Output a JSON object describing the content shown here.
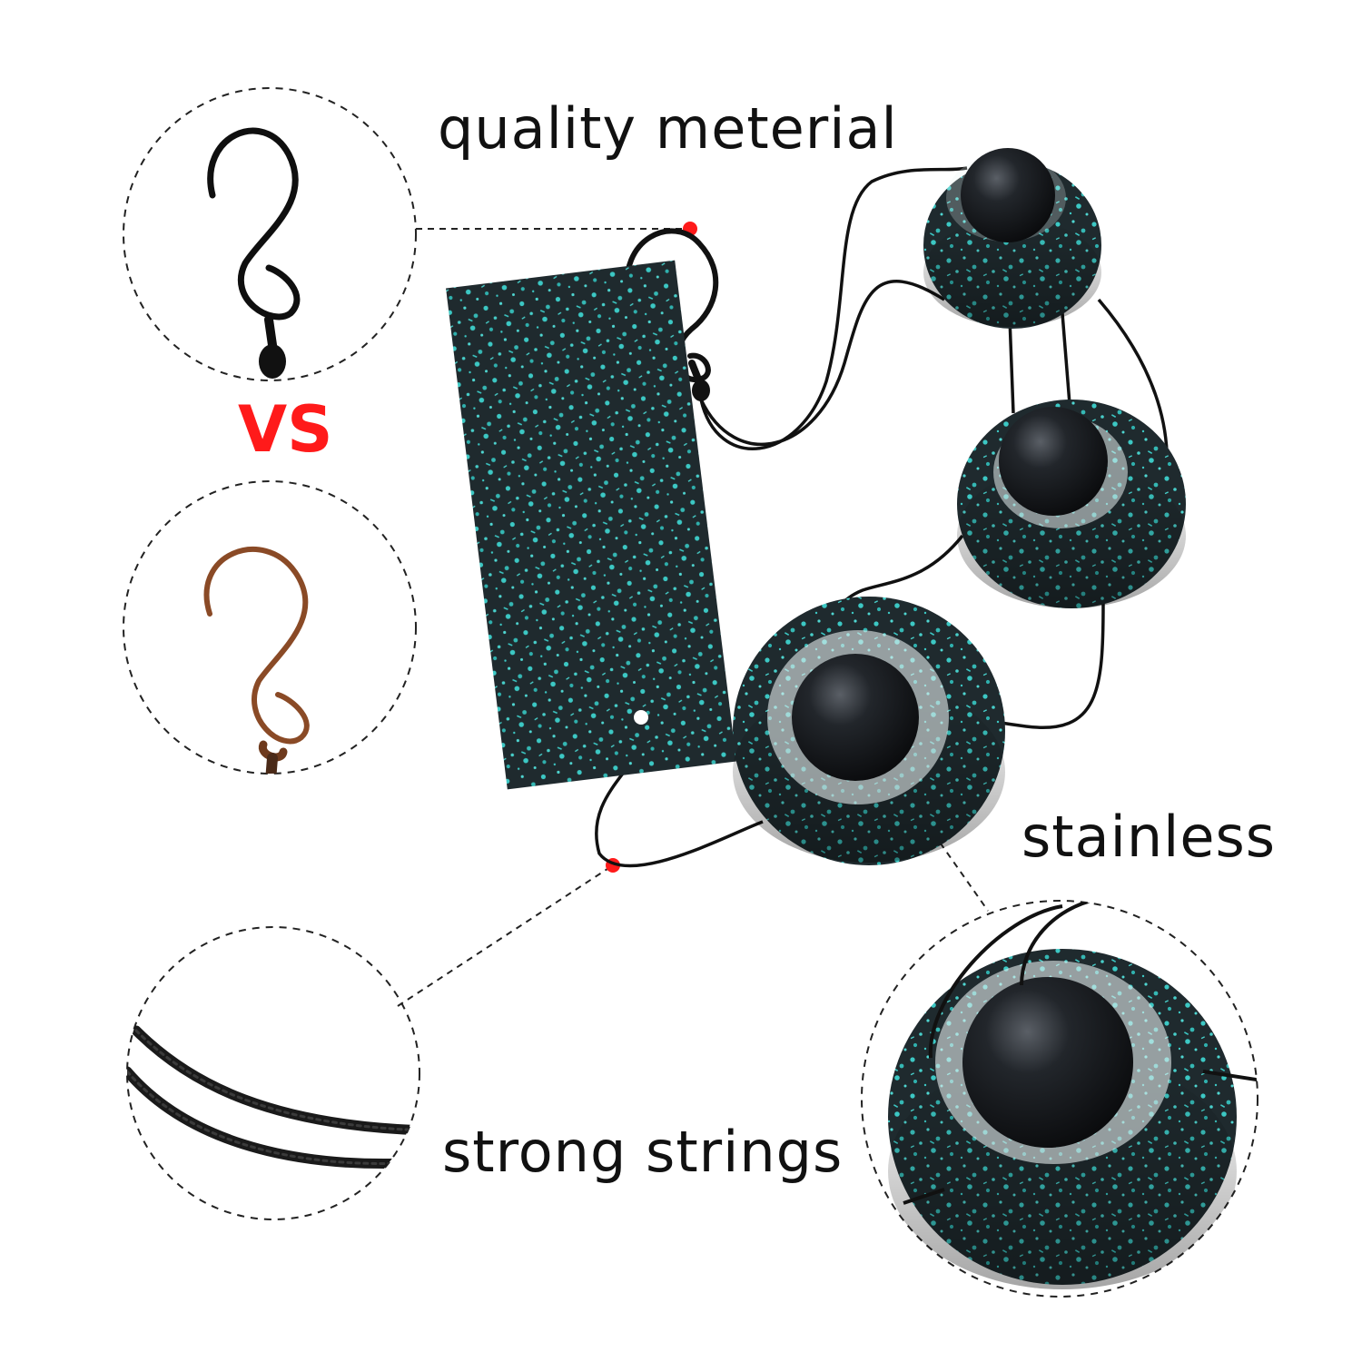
{
  "labels": {
    "quality": "quality meterial",
    "vs": "VS",
    "stainless": "stainless",
    "strings": "strong strings"
  },
  "colors": {
    "accent_red": "#ff1a1a",
    "patina_teal": "#3cc8c4",
    "metal_dark": "#1f2a2e",
    "cord_black": "#141414",
    "rust_hook": "#8a4a26"
  },
  "icons": [
    "black-hook-icon",
    "rusty-hook-icon",
    "cord-closeup-icon",
    "ball-bell-closeup-icon"
  ]
}
